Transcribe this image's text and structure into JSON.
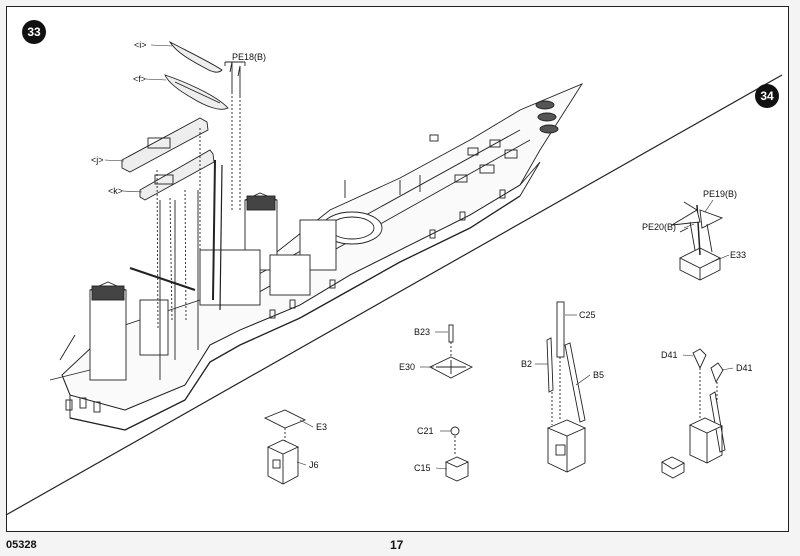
{
  "steps": {
    "left": "33",
    "right": "34"
  },
  "labels": {
    "i1": "<i>",
    "f": "<f>",
    "j": "<j>",
    "k": "<k>",
    "pe18": "PE18(B)",
    "pe19": "PE19(B)",
    "pe20": "PE20(B)",
    "e33": "E33",
    "c25": "C25",
    "b23": "B23",
    "e30": "E30",
    "b2": "B2",
    "b5": "B5",
    "d41a": "D41",
    "d41b": "D41",
    "e3": "E3",
    "j6": "J6",
    "c21": "C21",
    "c15": "C15"
  },
  "footer": {
    "code": "05328",
    "page": "17"
  },
  "colors": {
    "badge": "#111111",
    "line": "#222222",
    "paper": "#ffffff"
  }
}
